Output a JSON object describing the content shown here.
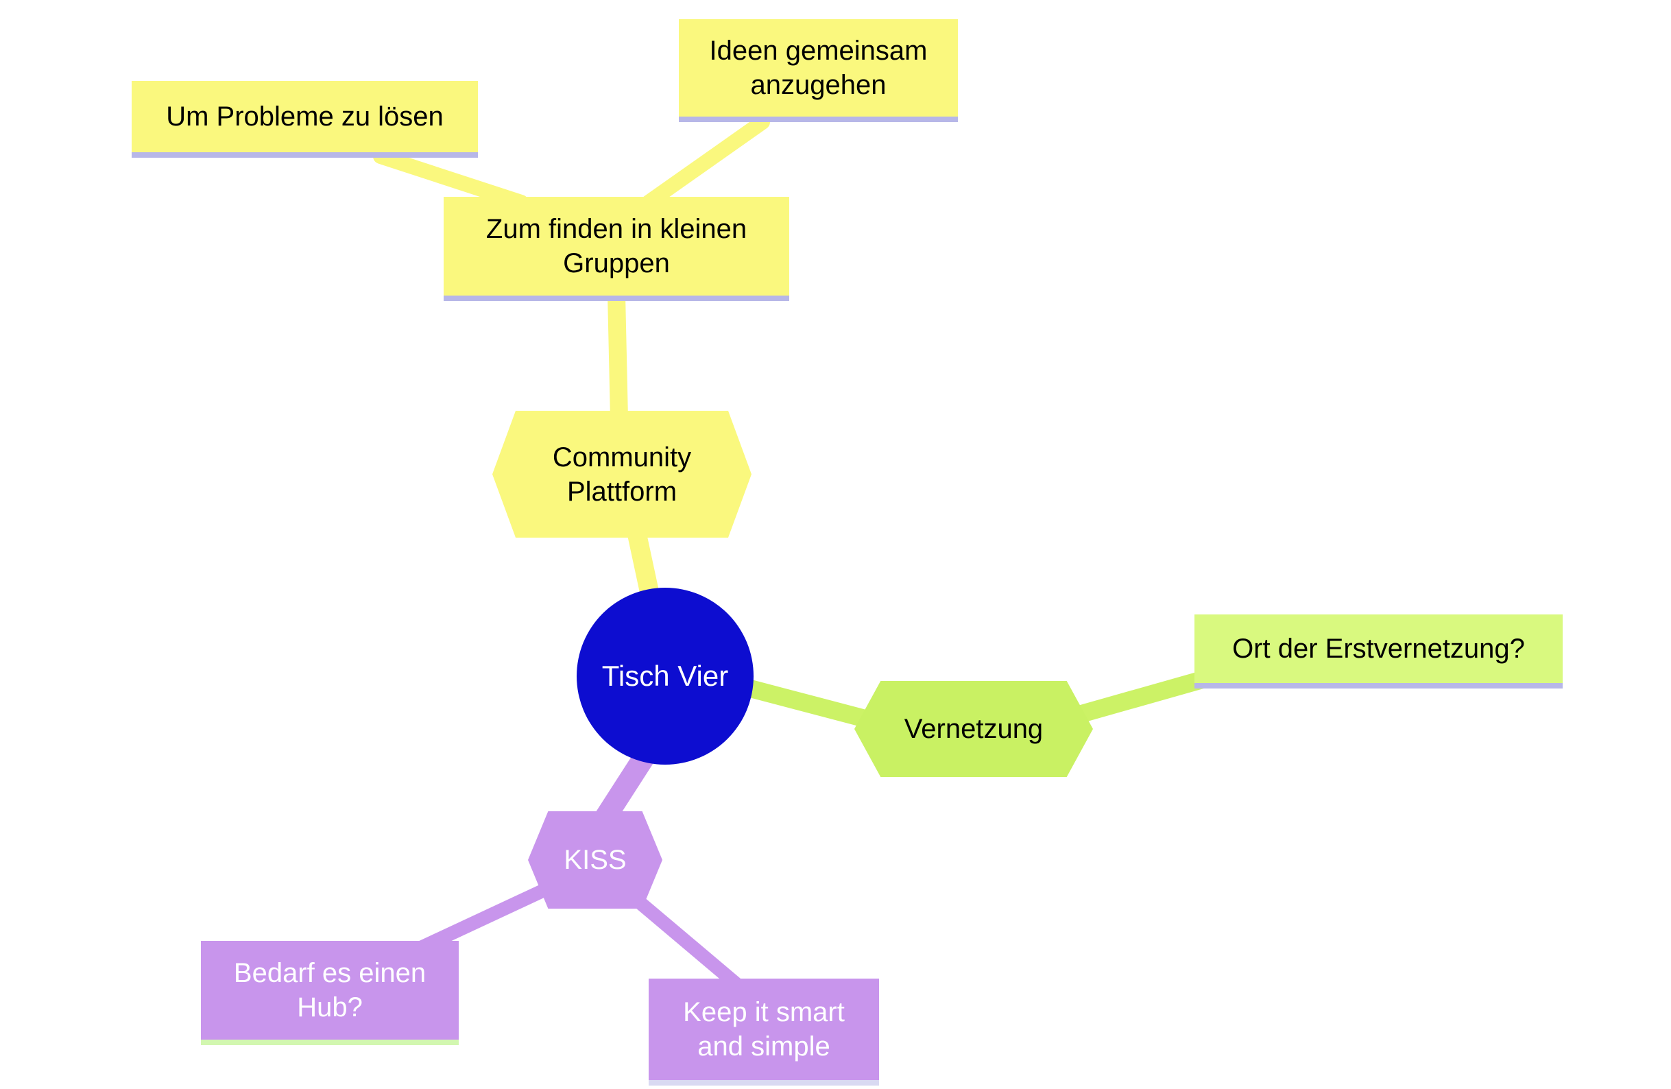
{
  "diagram": {
    "type": "mindmap",
    "colors": {
      "yellow_branch": "#FAF87E",
      "green_branch": "#CCF266",
      "green_box": "#D9F97F",
      "purple_branch": "#C895EC",
      "center_blue": "#0D0DD0",
      "lavender_underline": "#B7B7E8",
      "green_underline": "#D2F7B0",
      "purple_box_underline": "#D9D9F2",
      "center_text": "#FFFFFF",
      "purple_text": "#FFFFFF"
    }
  },
  "nodes": {
    "center": "Tisch Vier",
    "community": "Community Plattform",
    "zum_finden": "Zum finden in kleinen Gruppen",
    "um_probleme": "Um Probleme zu lösen",
    "ideen": "Ideen gemeinsam anzugehen",
    "vernetzung": "Vernetzung",
    "ort": "Ort der Erstvernetzung?",
    "kiss": "KISS",
    "bedarf": "Bedarf es einen Hub?",
    "keep": "Keep it smart and simple"
  },
  "edges": [
    {
      "from": "center",
      "to": "community",
      "branch": "yellow"
    },
    {
      "from": "community",
      "to": "zum_finden",
      "branch": "yellow"
    },
    {
      "from": "zum_finden",
      "to": "um_probleme",
      "branch": "yellow"
    },
    {
      "from": "zum_finden",
      "to": "ideen",
      "branch": "yellow"
    },
    {
      "from": "center",
      "to": "vernetzung",
      "branch": "green"
    },
    {
      "from": "vernetzung",
      "to": "ort",
      "branch": "green"
    },
    {
      "from": "center",
      "to": "kiss",
      "branch": "purple"
    },
    {
      "from": "kiss",
      "to": "bedarf",
      "branch": "purple"
    },
    {
      "from": "kiss",
      "to": "keep",
      "branch": "purple"
    }
  ]
}
